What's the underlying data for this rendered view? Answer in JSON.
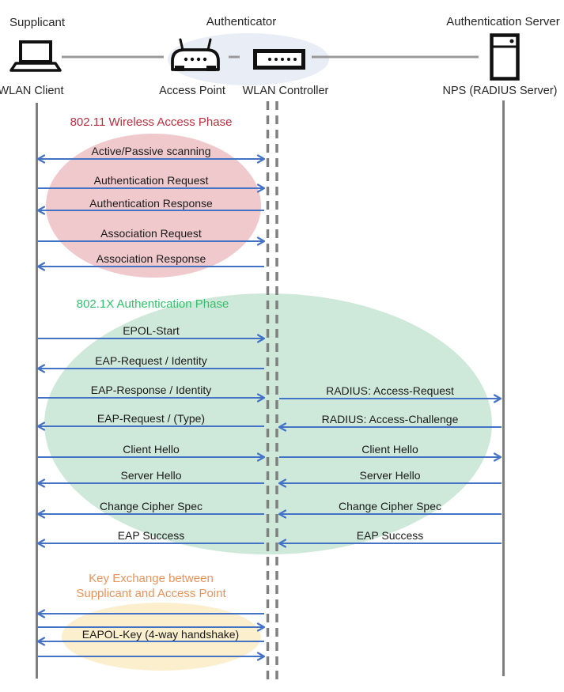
{
  "header": {
    "roles": [
      {
        "label": "Supplicant"
      },
      {
        "label": "Authenticator"
      },
      {
        "label": "Authentication Server"
      }
    ],
    "nodes": [
      {
        "label": "WLAN Client",
        "icon": "laptop-icon"
      },
      {
        "label": "Access Point",
        "icon": "access-point-icon"
      },
      {
        "label": "WLAN Controller",
        "icon": "wlan-controller-icon"
      },
      {
        "label": "NPS (RADIUS Server)",
        "icon": "server-icon"
      }
    ]
  },
  "phases": [
    {
      "title": "802.11 Wireless Access Phase",
      "title_color": "#bb2e3e",
      "ellipse_color": "#f0c9cd"
    },
    {
      "title": "802.1X Authentication Phase",
      "title_color": "#33c06c",
      "ellipse_color": "#cee9d9"
    },
    {
      "title_line1": "Key Exchange between",
      "title_line2": "Supplicant and Access Point",
      "title_color": "#e8935a",
      "ellipse_color": "#fbefcd"
    }
  ],
  "sequence": {
    "left": [
      {
        "label": "Active/Passive scanning",
        "direction": "both"
      },
      {
        "label": "Authentication Request",
        "direction": "to-authenticator"
      },
      {
        "label": "Authentication Response",
        "direction": "to-supplicant"
      },
      {
        "label": "Association Request",
        "direction": "to-authenticator"
      },
      {
        "label": "Association Response",
        "direction": "to-supplicant"
      },
      {
        "label": "EPOL-Start",
        "direction": "to-authenticator"
      },
      {
        "label": "EAP-Request / Identity",
        "direction": "to-supplicant"
      },
      {
        "label": "EAP-Response / Identity",
        "direction": "to-authenticator"
      },
      {
        "label": "EAP-Request / (Type)",
        "direction": "to-supplicant"
      },
      {
        "label": "Client Hello",
        "direction": "to-authenticator"
      },
      {
        "label": "Server Hello",
        "direction": "to-supplicant"
      },
      {
        "label": "Change Cipher Spec",
        "direction": "to-supplicant"
      },
      {
        "label": "EAP Success",
        "direction": "to-supplicant"
      },
      {
        "label": "EAPOL-Key (4-way handshake)",
        "direction": "4-way"
      }
    ],
    "right": [
      {
        "label": "RADIUS: Access-Request",
        "direction": "to-server"
      },
      {
        "label": "RADIUS: Access-Challenge",
        "direction": "to-authenticator"
      },
      {
        "label": "Client Hello",
        "direction": "to-server"
      },
      {
        "label": "Server Hello",
        "direction": "to-authenticator"
      },
      {
        "label": "Change Cipher Spec",
        "direction": "to-authenticator"
      },
      {
        "label": "EAP Success",
        "direction": "to-authenticator"
      }
    ]
  },
  "colors": {
    "arrow": "#4472c4",
    "lifeline": "#7f7f7f",
    "connector": "#999999",
    "authenticator_ellipse": "#e9edf6",
    "text": "#1a1a1a"
  }
}
